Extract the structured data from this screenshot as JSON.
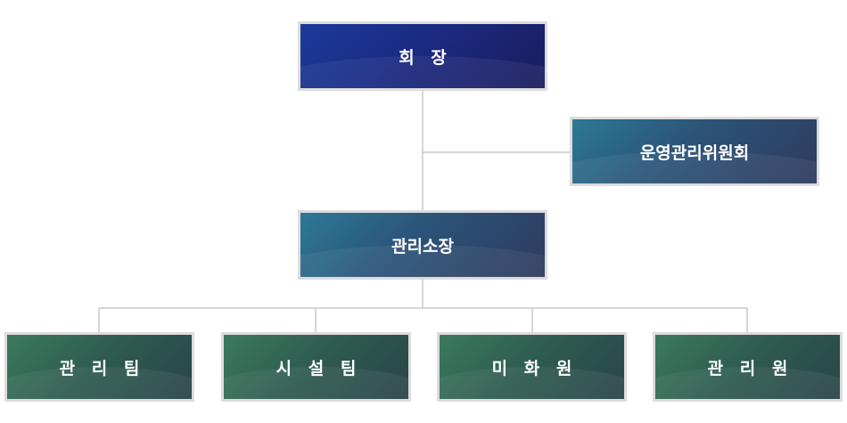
{
  "chart": {
    "root": {
      "label": "회 장"
    },
    "advisory": {
      "label": "운영관리위원회"
    },
    "manager": {
      "label": "관리소장"
    },
    "teams": [
      {
        "label": "관 리 팀"
      },
      {
        "label": "시 설 팀"
      },
      {
        "label": "미 화 원"
      },
      {
        "label": "관 리 원"
      }
    ]
  },
  "colors": {
    "connector": "#c8c8c8",
    "node_border": "#dcdcdc",
    "root_fill": "#1b2a82",
    "mid_fill": "#2c5378",
    "team_fill": "#2e5a4f",
    "text": "#ffffff"
  }
}
